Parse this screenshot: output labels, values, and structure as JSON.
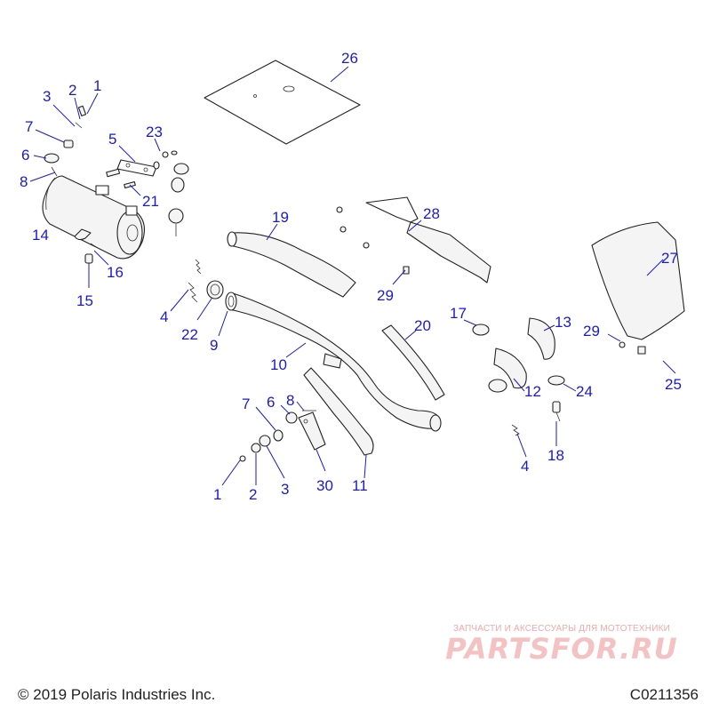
{
  "callouts": [
    "26",
    "3",
    "2",
    "1",
    "7",
    "6",
    "8",
    "5",
    "23",
    "21",
    "14",
    "16",
    "15",
    "19",
    "28",
    "29",
    "4",
    "22",
    "9",
    "10",
    "20",
    "17",
    "13",
    "27",
    "29",
    "12",
    "24",
    "25",
    "7",
    "6",
    "8",
    "4",
    "18",
    "1",
    "2",
    "3",
    "30",
    "11"
  ],
  "footer": {
    "copyright": "© 2019 Polaris Industries Inc.",
    "figure_code": "C0211356"
  },
  "watermark": {
    "line1": "ЗАПЧАСТИ И АКСЕССУАРЫ ДЛЯ МОТОТЕХНИКИ",
    "line2": "PARTSFOR.RU"
  },
  "colors": {
    "callout": "#1a1acc",
    "outline": "#222222",
    "watermark": "#f4c2c2"
  }
}
